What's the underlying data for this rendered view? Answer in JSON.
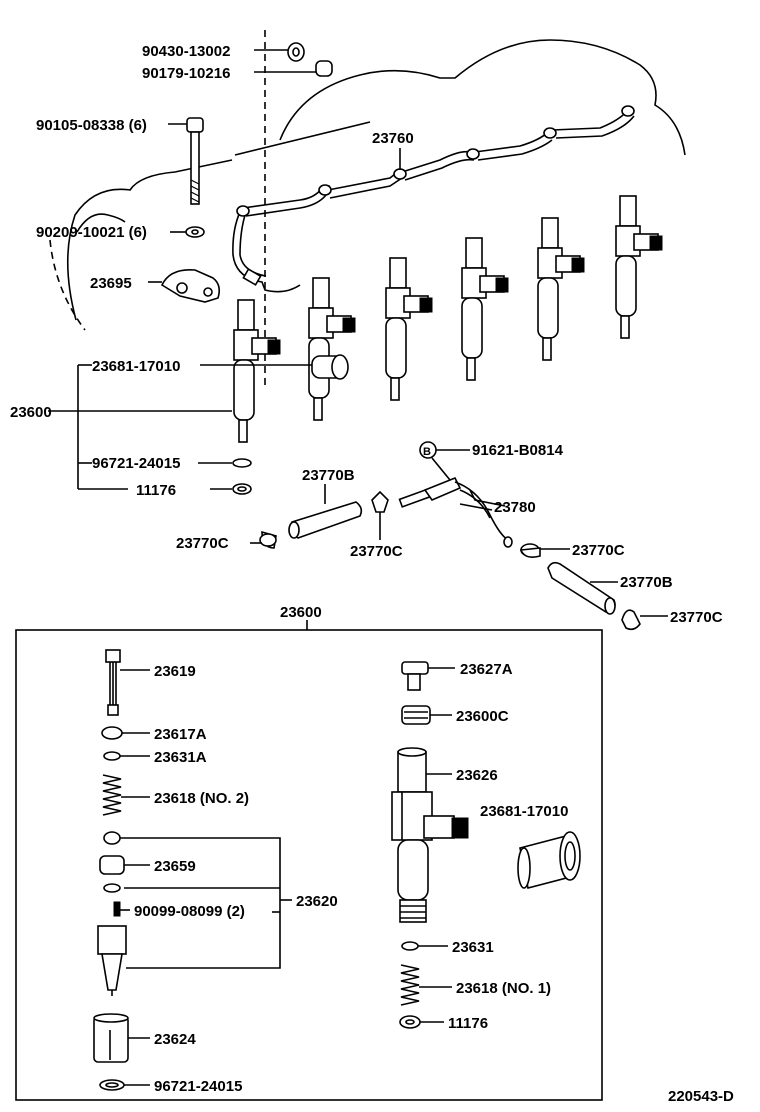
{
  "diagram_id": "220543-D",
  "top_labels": {
    "p_90430": "90430-13002",
    "p_90179": "90179-10216",
    "p_90105": "90105-08338 (6)",
    "p_23760": "23760",
    "p_90209": "90209-10021 (6)",
    "p_23695": "23695",
    "p_23681_top": "23681-17010",
    "p_23600_top": "23600",
    "p_96721_top": "96721-24015",
    "p_11176_top": "11176",
    "p_91621": "91621-B0814",
    "circle_b": "B",
    "p_23770b_1": "23770B",
    "p_23780": "23780",
    "p_23770c_1": "23770C",
    "p_23770c_2": "23770C",
    "p_23770c_3": "23770C",
    "p_23770b_2": "23770B",
    "p_23770c_4": "23770C"
  },
  "box_labels": {
    "title": "23600",
    "p_23619": "23619",
    "p_23617a": "23617A",
    "p_23631a": "23631A",
    "p_23618_no2": "23618  (NO. 2)",
    "p_23659": "23659",
    "p_90099": "90099-08099 (2)",
    "p_23620": "23620",
    "p_23624": "23624",
    "p_96721_bot": "96721-24015",
    "p_23627a": "23627A",
    "p_23600c": "23600C",
    "p_23626": "23626",
    "p_23681_bot": "23681-17010",
    "p_23631": "23631",
    "p_23618_no1": "23618  (NO. 1)",
    "p_11176_bot": "11176"
  }
}
